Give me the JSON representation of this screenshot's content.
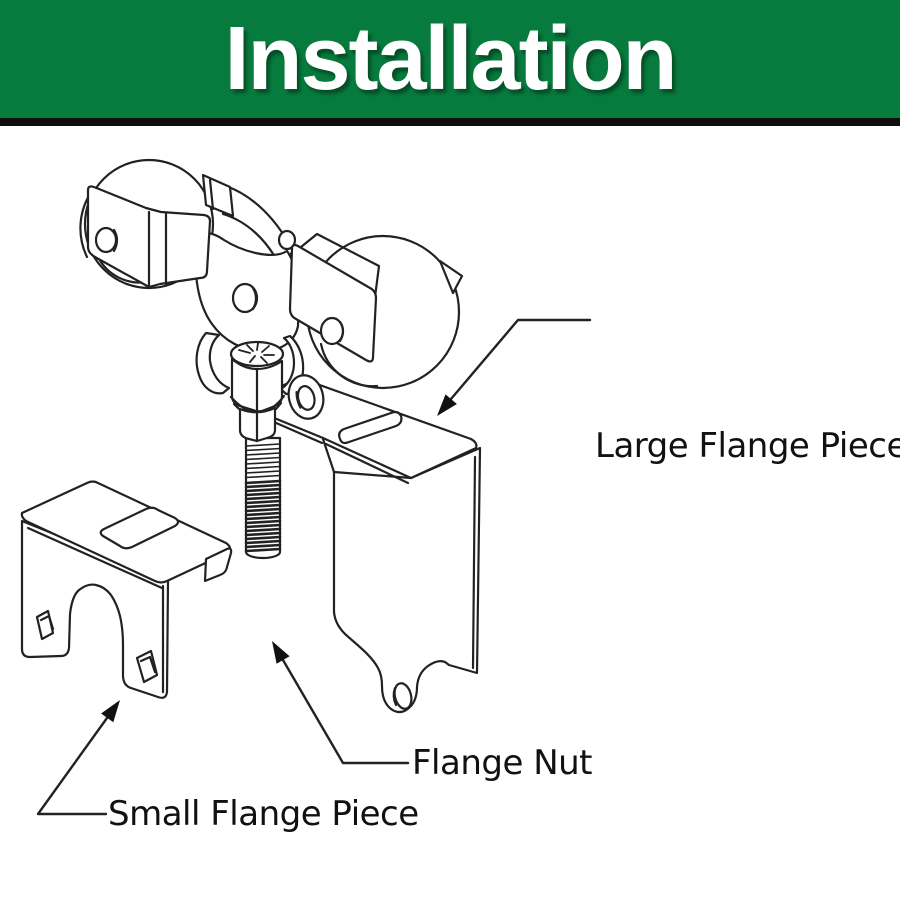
{
  "header": {
    "title": "Installation",
    "bg_color": "#077A3D",
    "divider_color": "#0e0e0e",
    "title_color": "#ffffff"
  },
  "diagram": {
    "line_color": "#222222",
    "label_color": "#111111",
    "labels": {
      "large_flange": "Large Flange Piece",
      "flange_nut": "Flange Nut",
      "small_flange": "Small Flange Piece"
    }
  }
}
